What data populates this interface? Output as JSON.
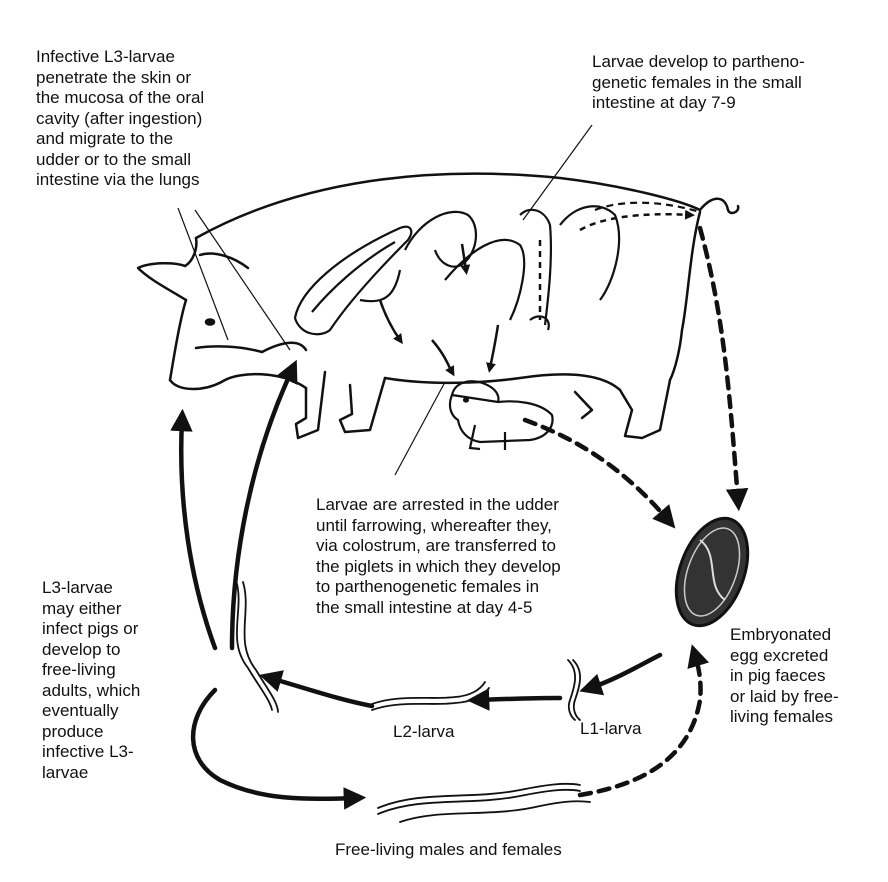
{
  "diagram": {
    "labels": {
      "infective_l3": "Infective L3-larvae\npenetrate the skin or\nthe mucosa of the oral\ncavity (after ingestion)\nand migrate to the\nudder or to the small\nintestine via the lungs",
      "parthenogenetic_females": "Larvae develop to partheno-\ngenetic females in the small\nintestine at day 7-9",
      "arrested_udder": "Larvae are arrested in the udder\nuntil farrowing, whereafter they,\nvia colostrum, are transferred to\nthe piglets in which they develop\nto parthenogenetic females in\nthe small intestine at day 4-5",
      "l3_fate": "L3-larvae\nmay either\ninfect pigs or\ndevelop to\nfree-living\nadults, which\neventually\nproduce\ninfective L3-\nlarvae",
      "embryonated_egg": "Embryonated\negg excreted\nin pig faeces\nor laid by free-\nliving females",
      "l2_larva": "L2-larva",
      "l1_larva": "L1-larva",
      "free_living_adults": "Free-living males and females"
    },
    "colors": {
      "ink": "#111111",
      "background": "#ffffff",
      "egg_fill": "#333333"
    }
  }
}
